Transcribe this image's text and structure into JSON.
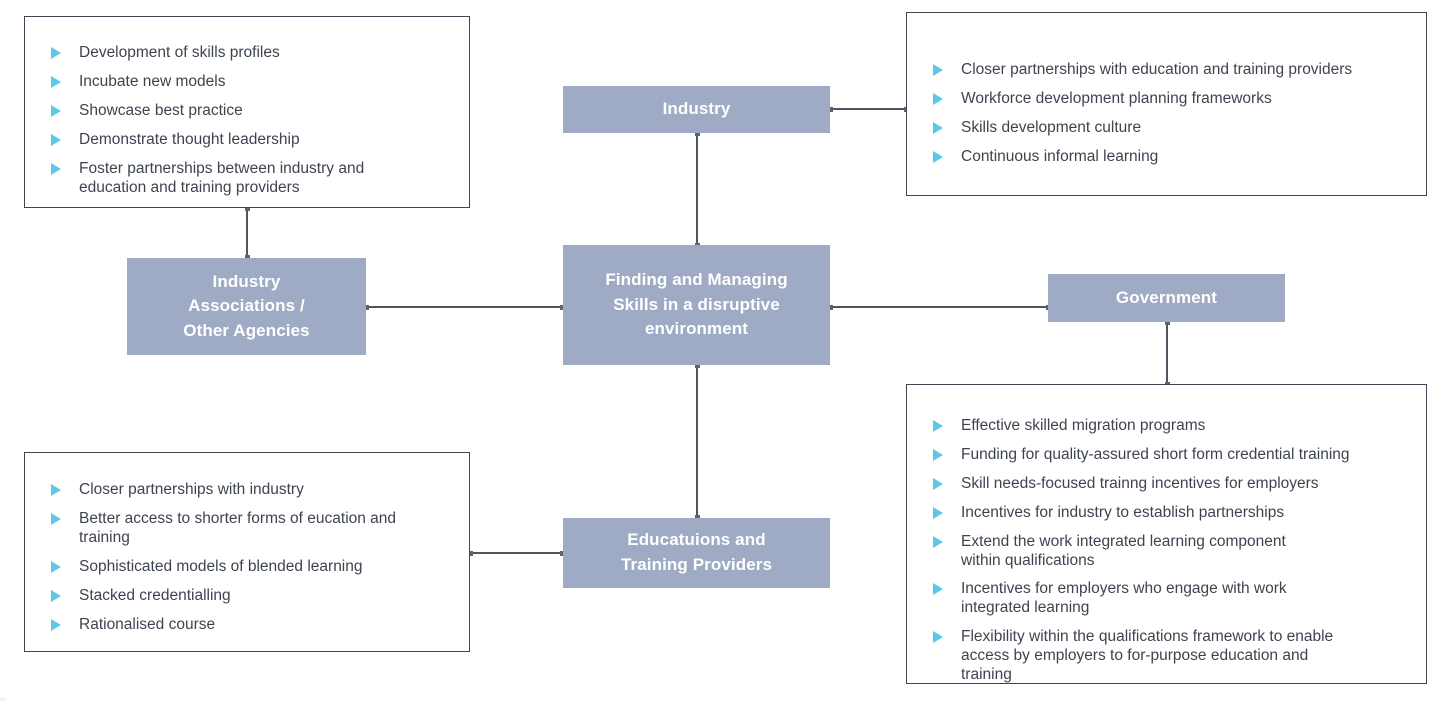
{
  "diagram": {
    "title": "Finding and Managing Skills in a disruptive environment",
    "colors": {
      "node_fill": "#9fabc4",
      "node_text": "#ffffff",
      "bullet": "#5bc8e8",
      "body_text": "#3d4450",
      "connector": "#4e5460",
      "box_border": "#3f4550",
      "background": "#ffffff"
    },
    "nodes": {
      "center": "Finding and Managing\nSkills in a disruptive\nenvironment",
      "industry": "Industry",
      "industry_associations": "Industry\nAssociations /\nOther Agencies",
      "government": "Government",
      "education_providers": "Educatuions and\nTraining Providers"
    },
    "panels": {
      "industry_associations_actions": {
        "linked_node": "Industry Associations / Other Agencies",
        "items": [
          "Development of skills profiles",
          "Incubate new models",
          "Showcase best practice",
          "Demonstrate thought leadership",
          "Foster partnerships between industry and education and training providers"
        ]
      },
      "industry_actions": {
        "linked_node": "Industry",
        "items": [
          "Closer partnerships with education and training providers",
          "Workforce development planning frameworks",
          "Skills development culture",
          "Continuous informal learning"
        ]
      },
      "education_provider_actions": {
        "linked_node": "Educatuions and Training Providers",
        "items": [
          "Closer partnerships with industry",
          "Better access to shorter forms of eucation and training",
          "Sophisticated models of blended learning",
          "Stacked credentialling",
          "Rationalised course"
        ]
      },
      "government_actions": {
        "linked_node": "Government",
        "items": [
          "Effective skilled migration programs",
          "Funding for quality-assured short form credential training",
          "Skill needs-focused trainng incentives for employers",
          "Incentives for industry to establish partnerships",
          "Extend the work integrated learning component within qualifications",
          "Incentives for employers who engage with work integrated learning",
          "Flexibility within the qualifications framework to enable access by employers to for-purpose education and training"
        ]
      }
    },
    "bullet_icon": "triangle-right-icon"
  }
}
